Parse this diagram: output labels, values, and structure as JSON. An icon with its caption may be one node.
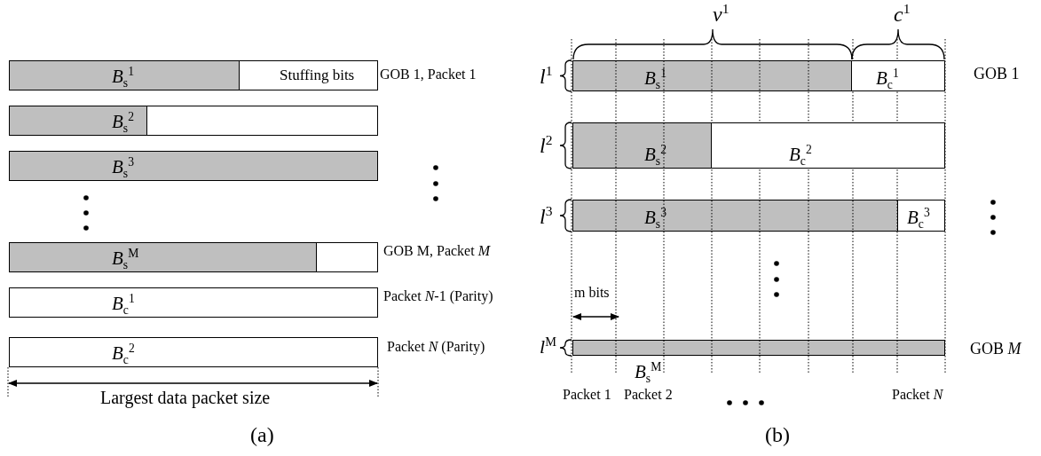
{
  "diagram": {
    "nodes": [
      {
        "text": [
          "*B*$_{s}$$^{1}$"
        ]
      },
      {
        "text": [
          "Stuffing bits"
        ]
      },
      {
        "text": [
          "*B*$_{s}$$^{2}$"
        ]
      },
      {
        "text": [],
        "shape": "bar"
      },
      {
        "text": [
          "*B*$_{s}$$^{3}$"
        ]
      },
      {
        "text": [
          "*B*$_{s}$$^{M}$"
        ]
      },
      {
        "text": [],
        "shape": "bar"
      },
      {
        "text": [
          "*B*$_{c}$$^{1}$"
        ]
      },
      {
        "text": [
          "*B*$_{c}$$^{2}$"
        ]
      },
      {
        "text": [
          "*B*$_{s}$$^{1}$"
        ]
      },
      {
        "text": [
          "*B*$_{c}$$^{1}$"
        ]
      },
      {
        "text": [
          "*B*$_{s}$$^{2}$"
        ]
      },
      {
        "text": [
          "*B*$_{c}$$^{2}$"
        ]
      },
      {
        "text": [
          "*B*$_{s}$$^{3}$"
        ]
      },
      {
        "text": [
          "*B*$_{c}$$^{3}$"
        ]
      },
      {
        "text": [],
        "shape": "bar",
        "beside": [
          "*B*$_{s}$$^{M}$"
        ]
      }
    ],
    "labels": [
      "GOB 1, Packet 1",
      "GOB M, Packet *M*",
      "Packet *N*-1 (Parity)",
      "Packet *N* (Parity)",
      "Largest data packet size",
      "(a)",
      "*v*$^{1}$",
      "*c*$^{1}$",
      "*l*$^{1}$",
      "GOB 1",
      "*l*$^{2}$",
      "*l*$^{3}$",
      "m bits",
      "*l*$^{M}$",
      "GOB *M*",
      "Packet 1",
      "Packet 2",
      "Packet *N*",
      "(b)"
    ]
  }
}
